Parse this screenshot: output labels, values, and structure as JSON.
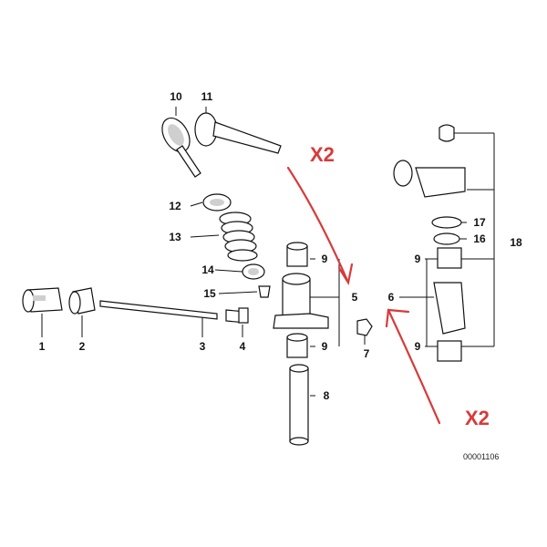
{
  "diagram": {
    "callouts": {
      "p1": "1",
      "p2": "2",
      "p3": "3",
      "p4": "4",
      "p5": "5",
      "p6": "6",
      "p7": "7",
      "p8": "8",
      "p9a": "9",
      "p9b": "9",
      "p9c": "9",
      "p9d": "9",
      "p10": "10",
      "p11": "11",
      "p12": "12",
      "p13": "13",
      "p14": "14",
      "p15": "15",
      "p16": "16",
      "p17": "17",
      "p18": "18"
    },
    "annotations": {
      "qty_top": "X2",
      "qty_bottom": "X2"
    },
    "doc_number": "00001106",
    "colors": {
      "annotation_red": "#d83a3a",
      "line": "#111111"
    }
  }
}
